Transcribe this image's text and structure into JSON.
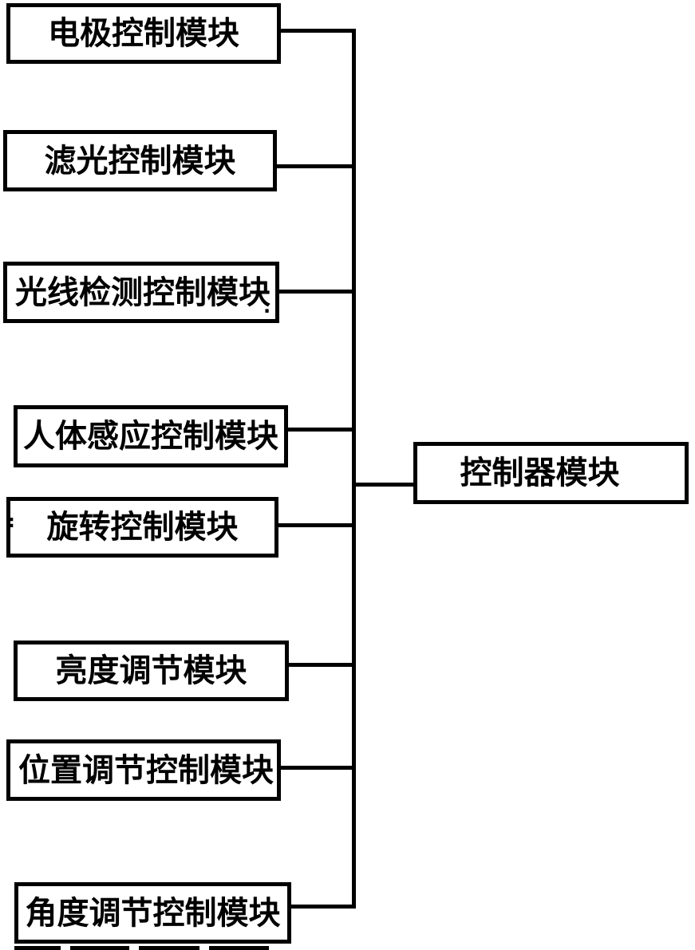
{
  "figure": {
    "type": "block-diagram",
    "background_color": "#ffffff",
    "line_color": "#000000"
  },
  "modules": [
    {
      "label": "电极控制模块"
    },
    {
      "label": "滤光控制模块"
    },
    {
      "label": "光线检测控制模块"
    },
    {
      "label": "人体感应控制模块"
    },
    {
      "label": "旋转控制模块"
    },
    {
      "label": "亮度调节模块"
    },
    {
      "label": "位置调节控制模块"
    },
    {
      "label": "角度调节控制模块"
    }
  ],
  "controller": {
    "label": "控制器模块"
  },
  "artifacts": {
    "box3_dot": ".",
    "box5_mark": ":"
  }
}
